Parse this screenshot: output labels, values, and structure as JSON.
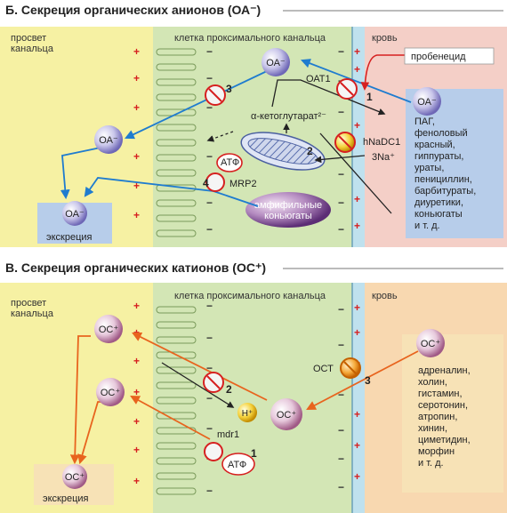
{
  "panel_a": {
    "title": "Б. Секреция органических анионов (ОА⁻)",
    "lumen_label_1": "просвет",
    "lumen_label_2": "канальца",
    "cell_label": "клетка проксимального канальца",
    "blood_label": "кровь",
    "ion_main": "ОА⁻",
    "ion_lumen": "ОА⁻",
    "ion_excretion": "ОА⁻",
    "ion_blood": "ОА⁻",
    "excretion_label": "экскреция",
    "probenecid_label": "пробенецид",
    "oat1_label": "ОАТ1",
    "ketoglutarate_label": "α-кетоглутарат²⁻",
    "hnadc1_label": "hNaDC1",
    "na_label": "3Na⁺",
    "atp_label": "АТФ",
    "mrp2_label": "MRP2",
    "amphiphilic_1": "амфифильные",
    "amphiphilic_2": "коньюгаты",
    "num_1": "1",
    "num_2": "2",
    "num_3": "3",
    "num_4": "4",
    "substances": [
      "ПАГ,",
      "феноловый",
      "красный,",
      "гиппураты,",
      "ураты,",
      "пенициллин,",
      "барбитураты,",
      "диуретики,",
      "коньюгаты",
      "и т. д."
    ]
  },
  "panel_b": {
    "title": "В. Секреция органических катионов (ОС⁺)",
    "lumen_label_1": "просвет",
    "lumen_label_2": "канальца",
    "cell_label": "клетка проксимального канальца",
    "blood_label": "кровь",
    "ion_lumen_top": "ОС⁺",
    "ion_lumen_mid": "ОС⁺",
    "ion_excretion": "ОС⁺",
    "ion_cell": "ОС⁺",
    "ion_blood": "ОС⁺",
    "h_label": "H⁺",
    "mdr1_label": "mdr1",
    "atp_label": "АТФ",
    "oct_label": "ОСТ",
    "excretion_label": "экскреция",
    "num_1": "1",
    "num_2": "2",
    "num_3": "3",
    "substances": [
      "адреналин,",
      "холин,",
      "гистамин,",
      "серотонин,",
      "атропин,",
      "хинин,",
      "циметидин,",
      "морфин",
      "и т. д."
    ]
  },
  "colors": {
    "lumen": "#f6f1a3",
    "cell": "#d3e6b5",
    "blood_a": "#f4cfc7",
    "blood_b": "#f8d8b0",
    "blue_box": "#b7cdea",
    "blue_arrow": "#1f7ccf",
    "orange_arrow": "#e8641e",
    "red_symbol": "#d62020"
  }
}
